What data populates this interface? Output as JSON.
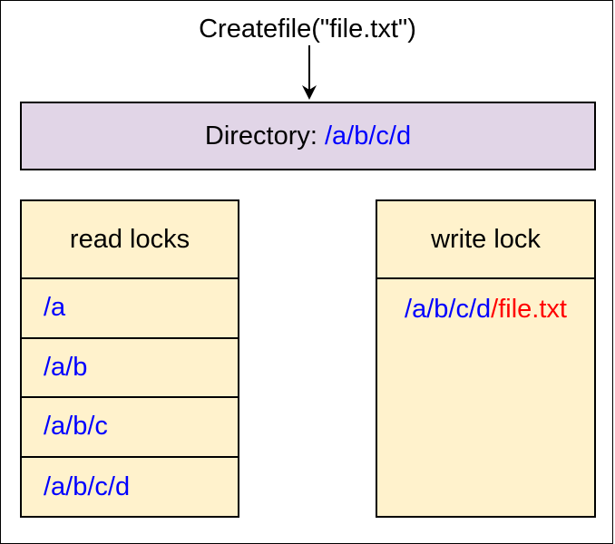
{
  "call": {
    "label": "Createfile(\"file.txt\")"
  },
  "directory": {
    "label": "Directory:",
    "path": "/a/b/c/d"
  },
  "read_locks": {
    "title": "read locks",
    "items": [
      "/a",
      "/a/b",
      "/a/b/c",
      "/a/b/c/d"
    ]
  },
  "write_lock": {
    "title": "write lock",
    "path_base": "/a/b/c/d",
    "path_file": "/file.txt"
  },
  "colors": {
    "directory_fill": "#e1d5e7",
    "table_fill": "#fff2cc",
    "path_color": "#0000ff",
    "file_color": "#ff0000",
    "stroke": "#000000"
  }
}
